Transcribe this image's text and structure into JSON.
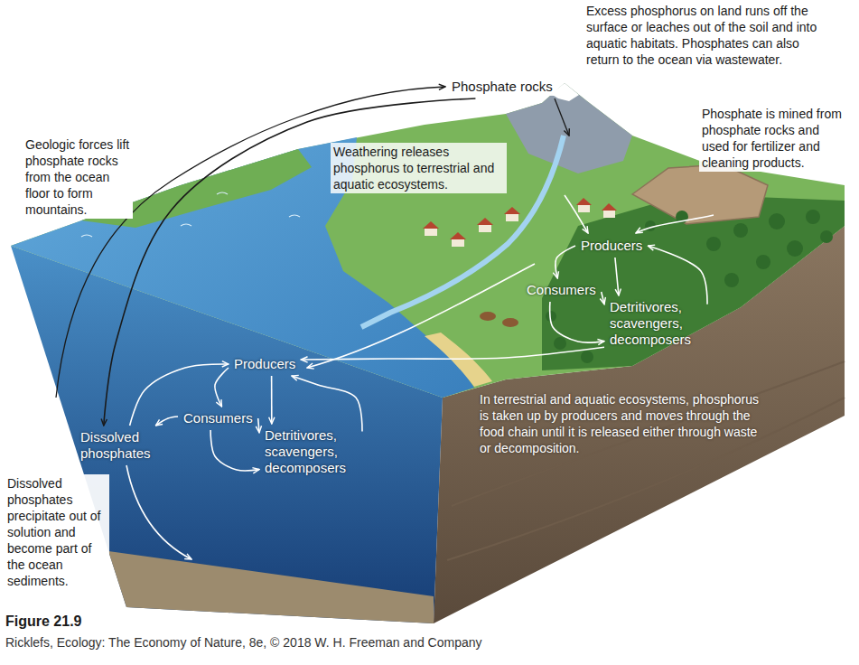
{
  "diagram": {
    "title": "Figure 21.9",
    "caption": "Ricklefs, Ecology: The Economy of Nature, 8e, © 2018 W. H. Freeman and Company",
    "nodes": [
      {
        "text": [
          "Phosphate rocks"
        ]
      },
      {
        "text": [
          "Producers"
        ]
      },
      {
        "text": [
          "Consumers"
        ]
      },
      {
        "text": [
          "Detritivores, scavengers, decomposers"
        ]
      },
      {
        "text": [
          "Producers"
        ]
      },
      {
        "text": [
          "Consumers"
        ]
      },
      {
        "text": [
          "Dissolved phosphates"
        ]
      },
      {
        "text": [
          "Detritivores, scavengers, decomposers"
        ]
      }
    ],
    "edges": [
      {
        "from": 1,
        "to": 2,
        "arrow": "to"
      },
      {
        "from": 1,
        "to": 3,
        "arrow": "to"
      },
      {
        "from": 2,
        "to": 3,
        "arrow": "to"
      },
      {
        "from": 2,
        "to": 3,
        "arrow": "to"
      },
      {
        "from": 3,
        "to": 1,
        "arrow": "to"
      },
      {
        "from": 3,
        "to": 4,
        "arrow": "to"
      },
      {
        "from": 4,
        "to": 5,
        "arrow": "to"
      },
      {
        "from": 4,
        "to": 7,
        "arrow": "to"
      },
      {
        "from": 5,
        "to": 7,
        "arrow": "to"
      },
      {
        "from": 5,
        "to": 7,
        "arrow": "to"
      },
      {
        "from": 7,
        "to": 4,
        "arrow": "to"
      },
      {
        "from": 5,
        "to": 6,
        "arrow": "to"
      },
      {
        "from": 6,
        "to": 4,
        "arrow": "to"
      },
      {
        "from": 0,
        "to": 6,
        "arrow": "to"
      }
    ],
    "labels": [
      "Excess phosphorus on land runs off the surface or leaches out of the soil and into aquatic habitats. Phosphates can also return to the ocean via wastewater.",
      "Phosphate is mined from phosphate rocks and used for fertilizer and cleaning products.",
      "Geologic forces lift phosphate rocks from the ocean floor to form mountains.",
      "Weathering releases phosphorus to terrestrial and aquatic ecosystems.",
      "In terrestrial and aquatic ecosystems, phosphorus is taken up by producers and moves through the food chain until it is released either through waste or decomposition.",
      "Dissolved phosphates precipitate out of solution and become part of the ocean sediments."
    ]
  }
}
